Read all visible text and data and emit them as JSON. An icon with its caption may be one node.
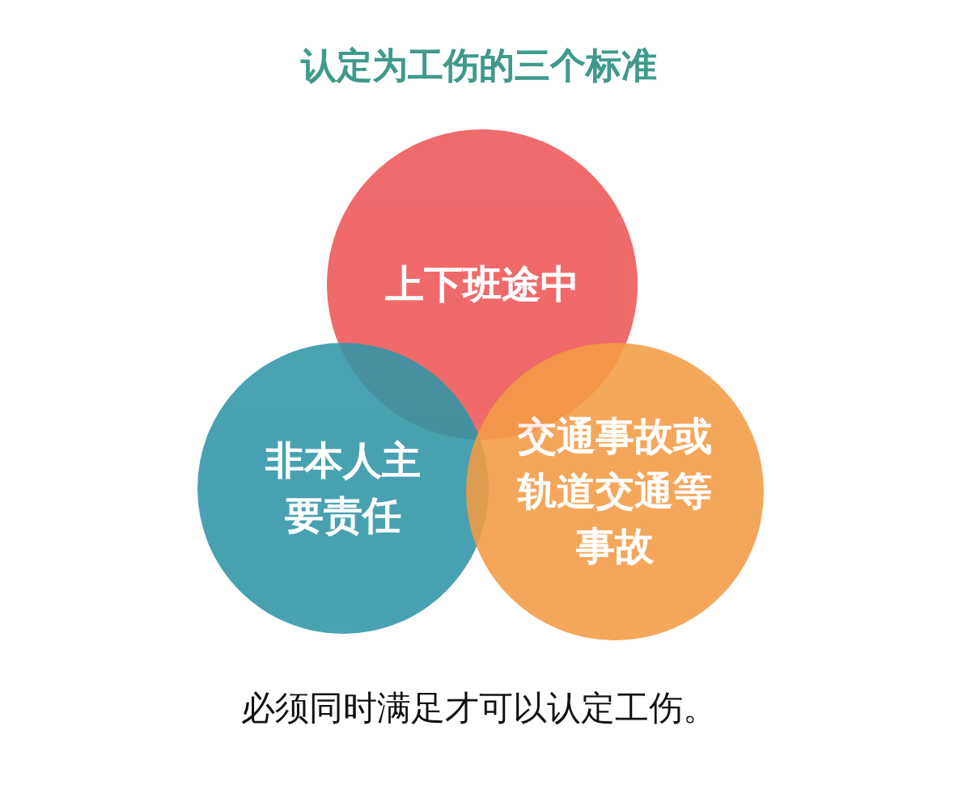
{
  "diagram": {
    "title": "认定为工伤的三个标准",
    "nodes": [
      {
        "text": [
          "上下班途中"
        ]
      },
      {
        "text": [
          "非本人主要责任"
        ]
      },
      {
        "text": [
          "交通事故或轨道交通等事故"
        ]
      }
    ],
    "caption": "必须同时满足才可以认定工伤。"
  }
}
